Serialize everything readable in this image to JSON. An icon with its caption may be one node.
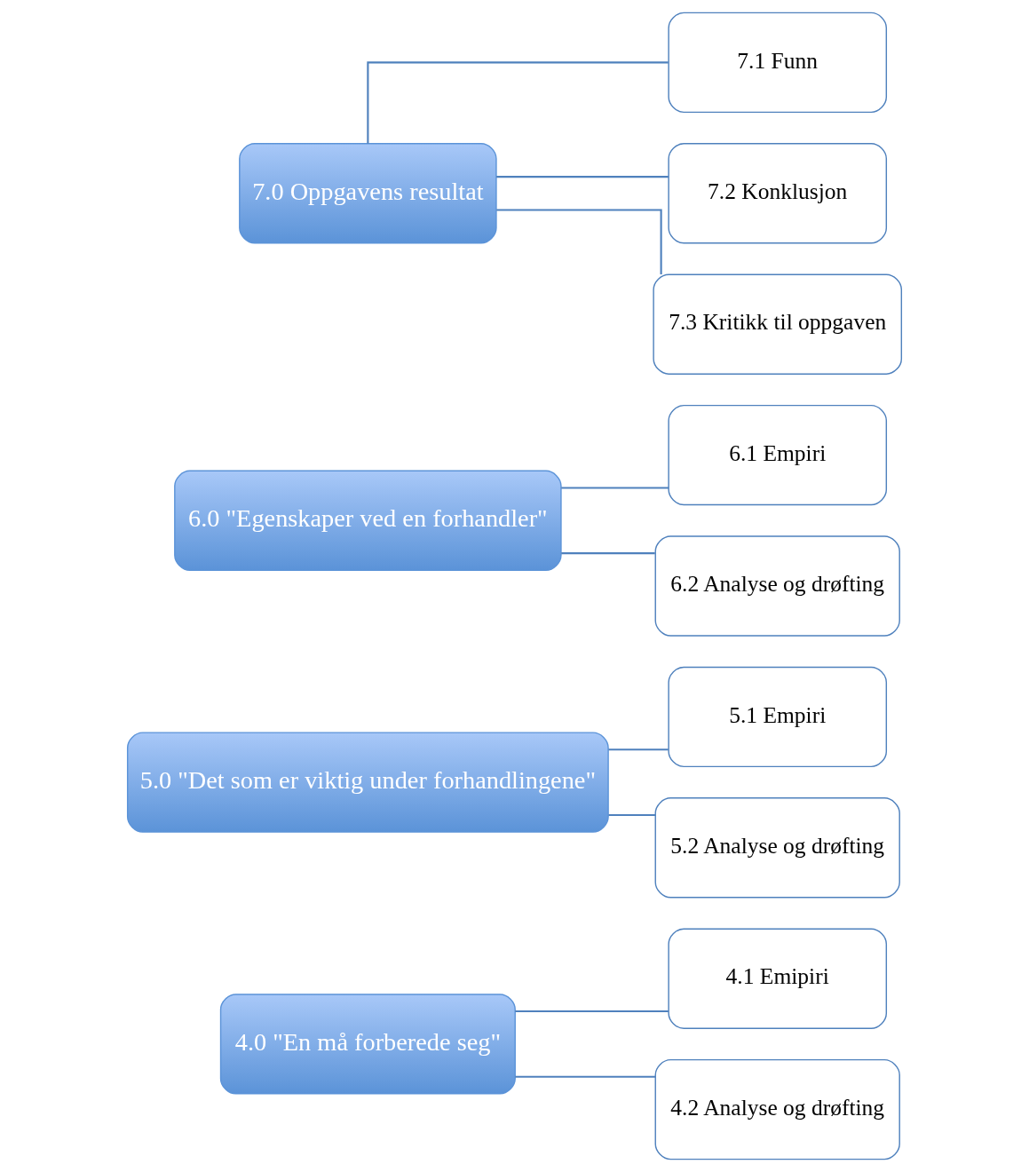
{
  "diagram": {
    "nodes": [
      {
        "text": [
          "4.0 \"En må forberede seg\""
        ]
      },
      {
        "text": [
          "4.1 Emipiri"
        ]
      },
      {
        "text": [
          "4.2 Analyse og drøfting"
        ]
      },
      {
        "text": [
          "5.0 \"Det som er viktig under forhandlingene\""
        ]
      },
      {
        "text": [
          "5.1 Empiri"
        ]
      },
      {
        "text": [
          "5.2 Analyse og drøfting"
        ]
      },
      {
        "text": [
          "6.0 \"Egenskaper ved en forhandler\""
        ]
      },
      {
        "text": [
          "6.1 Empiri"
        ]
      },
      {
        "text": [
          "6.2 Analyse og drøfting"
        ]
      },
      {
        "text": [
          "7.0 Oppgavens resultat"
        ]
      },
      {
        "text": [
          "7.1 Funn"
        ]
      },
      {
        "text": [
          "7.2 Konklusjon"
        ]
      },
      {
        "text": [
          "7.3 Kritikk til oppgaven"
        ]
      }
    ],
    "edges": [
      {
        "from": 0,
        "to": 1,
        "arrow": "none"
      },
      {
        "from": 0,
        "to": 2,
        "arrow": "none"
      },
      {
        "from": 3,
        "to": 4,
        "arrow": "none"
      },
      {
        "from": 3,
        "to": 5,
        "arrow": "none"
      },
      {
        "from": 6,
        "to": 7,
        "arrow": "none"
      },
      {
        "from": 6,
        "to": 8,
        "arrow": "none"
      },
      {
        "from": 9,
        "to": 10,
        "arrow": "none"
      },
      {
        "from": 9,
        "to": 11,
        "arrow": "none"
      },
      {
        "from": 9,
        "to": 12,
        "arrow": "none"
      }
    ]
  }
}
